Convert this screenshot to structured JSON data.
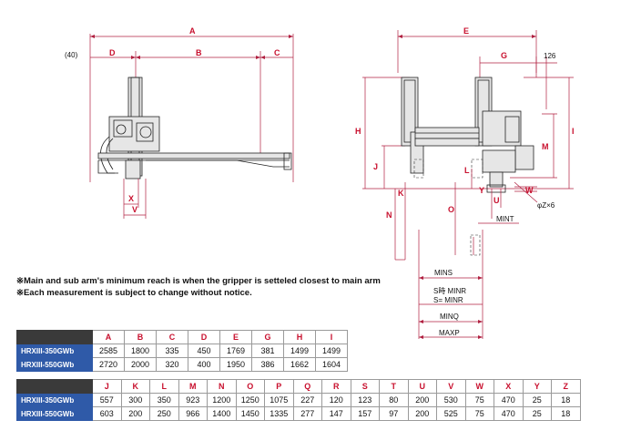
{
  "diagram": {
    "left_labels": {
      "offset": "(40)",
      "A": "A",
      "B": "B",
      "C": "C",
      "D": "D",
      "X": "X",
      "V": "V"
    },
    "right_labels": {
      "E": "E",
      "G": "G",
      "dim126": "126",
      "H": "H",
      "I": "I",
      "J": "J",
      "K": "K",
      "L": "L",
      "M": "M",
      "N": "N",
      "O": "O",
      "U": "U",
      "Y": "Y",
      "W": "W",
      "phiZ": "φZ×6",
      "MINT": "MINT",
      "MINS": "MINS",
      "S_line1": "S時 MINR",
      "S_line2": "S= MINR",
      "MINQ": "MINQ",
      "MAXP": "MAXP"
    }
  },
  "notes": [
    "※Main and sub arm's minimum reach is when the gripper is setteled closest to main arm",
    "※Each measurement is subject to change without notice."
  ],
  "table1": {
    "headers": [
      "A",
      "B",
      "C",
      "D",
      "E",
      "G",
      "H",
      "I"
    ],
    "rows": [
      {
        "model": "HRXIII-350GWb",
        "values": [
          "2585",
          "1800",
          "335",
          "450",
          "1769",
          "381",
          "1499",
          "1499"
        ]
      },
      {
        "model": "HRXIII-550GWb",
        "values": [
          "2720",
          "2000",
          "320",
          "400",
          "1950",
          "386",
          "1662",
          "1604"
        ]
      }
    ]
  },
  "table2": {
    "headers": [
      "J",
      "K",
      "L",
      "M",
      "N",
      "O",
      "P",
      "Q",
      "R",
      "S",
      "T",
      "U",
      "V",
      "W",
      "X",
      "Y",
      "Z"
    ],
    "rows": [
      {
        "model": "HRXIII-350GWb",
        "values": [
          "557",
          "300",
          "350",
          "923",
          "1200",
          "1250",
          "1075",
          "227",
          "120",
          "123",
          "80",
          "200",
          "530",
          "75",
          "470",
          "25",
          "18"
        ]
      },
      {
        "model": "HRXIII-550GWb",
        "values": [
          "603",
          "200",
          "250",
          "966",
          "1400",
          "1450",
          "1335",
          "277",
          "147",
          "157",
          "97",
          "200",
          "525",
          "75",
          "470",
          "25",
          "18"
        ]
      }
    ]
  },
  "colors": {
    "label_red": "#c8102e",
    "model_blue": "#2f5aa8",
    "header_dark": "#3a3a3a"
  }
}
